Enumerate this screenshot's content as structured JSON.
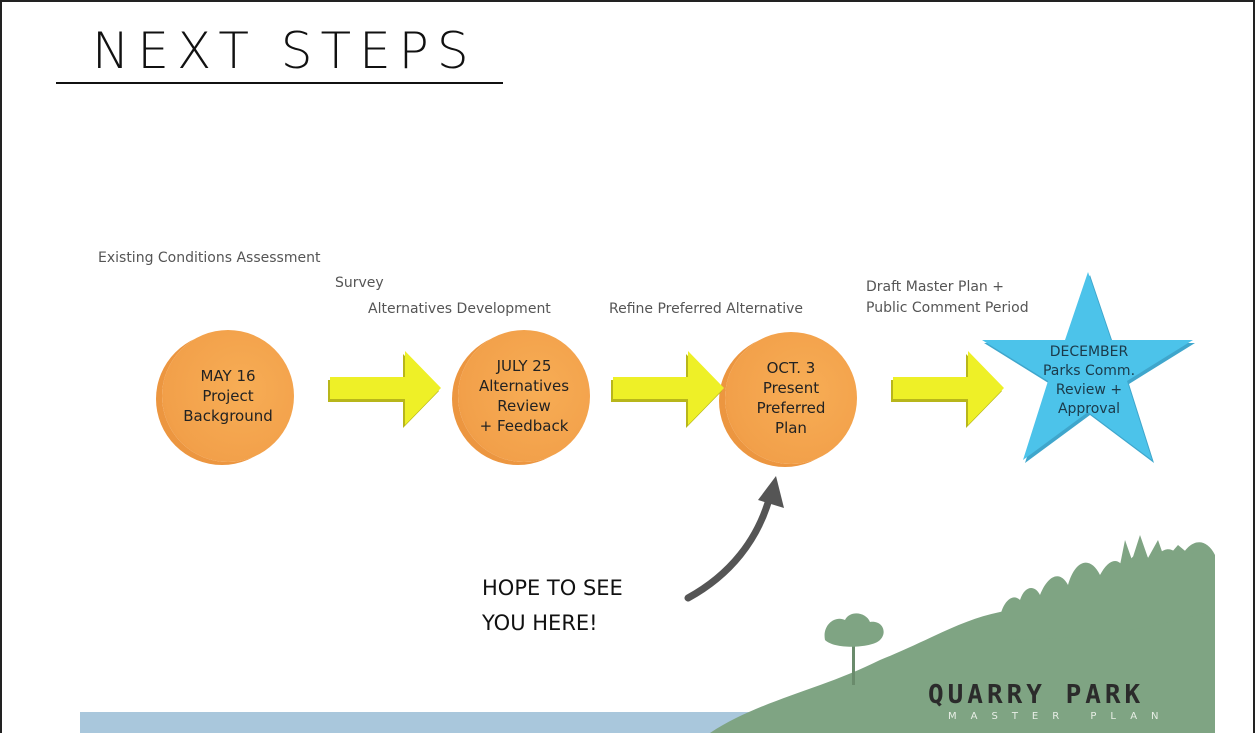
{
  "title": "NEXT STEPS",
  "phase_labels": {
    "existing_conditions": "Existing Conditions Assessment",
    "survey": "Survey",
    "alternatives_development": "Alternatives Development",
    "refine_preferred": "Refine Preferred Alternative",
    "draft_master_plan": "Draft Master Plan +\nPublic Comment Period"
  },
  "milestones": [
    {
      "text": "MAY 16\nProject\nBackground"
    },
    {
      "text": "JULY 25\nAlternatives\nReview\n+ Feedback"
    },
    {
      "text": "OCT. 3\nPresent\nPreferred\nPlan"
    }
  ],
  "final_milestone": {
    "text": "DECEMBER\nParks Comm.\nReview +\nApproval"
  },
  "callout": "HOPE TO SEE\nYOU HERE!",
  "logo": {
    "name": "QUARRY PARK",
    "subtitle": "MASTER PLAN"
  },
  "colors": {
    "milestone": "#f2a04a",
    "arrow": "#eef027",
    "star": "#4cc3ea",
    "hill": "#7fa483",
    "water": "#a9c7dc"
  }
}
